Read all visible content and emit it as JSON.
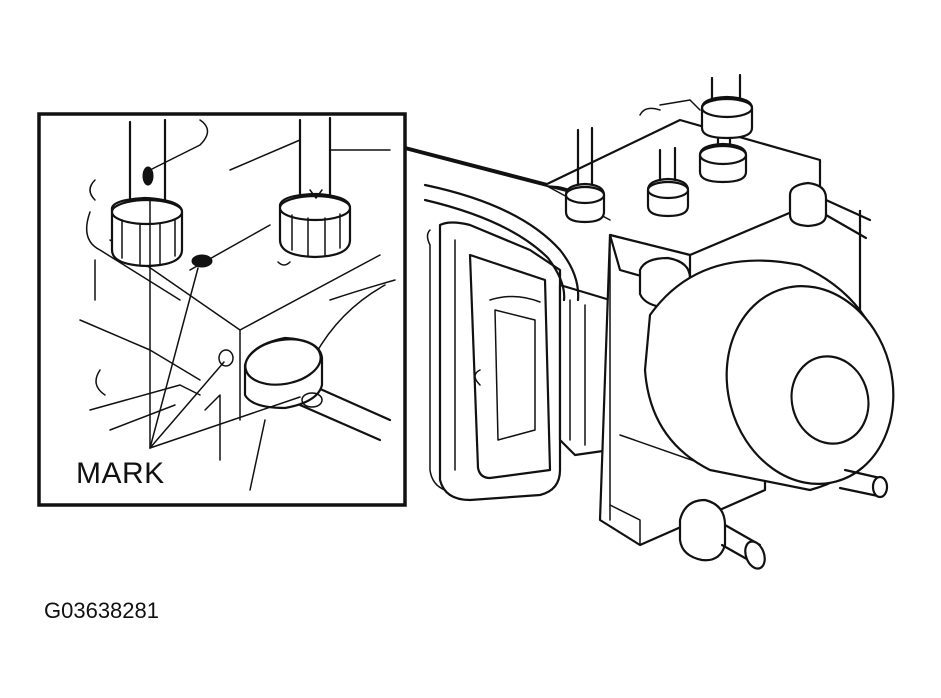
{
  "figure": {
    "callout_label": "MARK",
    "figure_id": "G03638281"
  },
  "icons": {
    "assembly": "abs-hydraulic-unit-illustration",
    "detail": "brake-line-fitting-marks-detail"
  }
}
